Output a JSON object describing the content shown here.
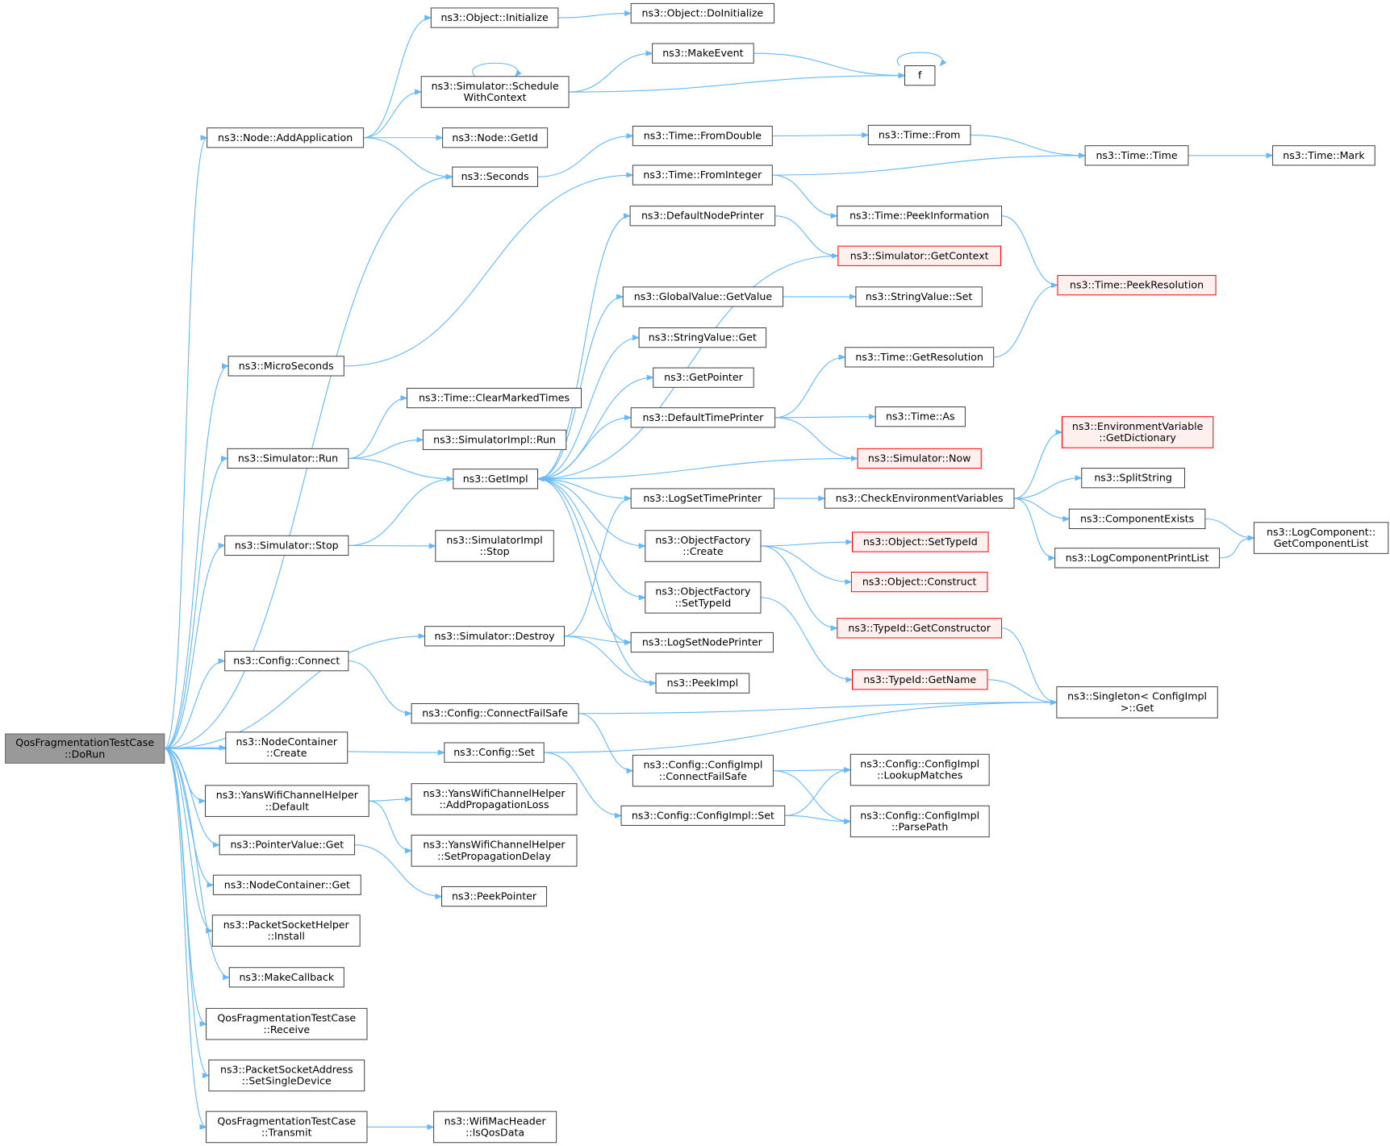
{
  "colors": {
    "edge": "#63b8ff",
    "box_border": "#404040",
    "root_fill": "#999999",
    "highlight_border": "#ff0000",
    "highlight_fill": "#fff0f0"
  },
  "nodes": [
    {
      "id": "root",
      "lines": [
        "QosFragmentationTestCase",
        "::DoRun"
      ]
    },
    {
      "id": "addapp",
      "lines": [
        "ns3::Node::AddApplication"
      ]
    },
    {
      "id": "initialize",
      "lines": [
        "ns3::Object::Initialize"
      ]
    },
    {
      "id": "doinit",
      "lines": [
        "ns3::Object::DoInitialize"
      ]
    },
    {
      "id": "schedctx",
      "lines": [
        "ns3::Simulator::Schedule",
        "WithContext"
      ]
    },
    {
      "id": "makeevent",
      "lines": [
        "ns3::MakeEvent"
      ]
    },
    {
      "id": "f",
      "lines": [
        "f"
      ]
    },
    {
      "id": "getid",
      "lines": [
        "ns3::Node::GetId"
      ]
    },
    {
      "id": "seconds",
      "lines": [
        "ns3::Seconds"
      ]
    },
    {
      "id": "fromdouble",
      "lines": [
        "ns3::Time::FromDouble"
      ]
    },
    {
      "id": "from",
      "lines": [
        "ns3::Time::From"
      ]
    },
    {
      "id": "time",
      "lines": [
        "ns3::Time::Time"
      ]
    },
    {
      "id": "mark",
      "lines": [
        "ns3::Time::Mark"
      ]
    },
    {
      "id": "frominteger",
      "lines": [
        "ns3::Time::FromInteger"
      ]
    },
    {
      "id": "defnodeprinter",
      "lines": [
        "ns3::DefaultNodePrinter"
      ]
    },
    {
      "id": "peekinfo",
      "lines": [
        "ns3::Time::PeekInformation"
      ]
    },
    {
      "id": "getcontext",
      "lines": [
        "ns3::Simulator::GetContext"
      ],
      "red": true
    },
    {
      "id": "peekres",
      "lines": [
        "ns3::Time::PeekResolution"
      ],
      "red": true
    },
    {
      "id": "gvgetvalue",
      "lines": [
        "ns3::GlobalValue::GetValue"
      ]
    },
    {
      "id": "svset",
      "lines": [
        "ns3::StringValue::Set"
      ]
    },
    {
      "id": "svget",
      "lines": [
        "ns3::StringValue::Get"
      ]
    },
    {
      "id": "microseconds",
      "lines": [
        "ns3::MicroSeconds"
      ]
    },
    {
      "id": "getres",
      "lines": [
        "ns3::Time::GetResolution"
      ]
    },
    {
      "id": "getpointer",
      "lines": [
        "ns3::GetPointer"
      ]
    },
    {
      "id": "clearmarked",
      "lines": [
        "ns3::Time::ClearMarkedTimes"
      ]
    },
    {
      "id": "deftimeprinter",
      "lines": [
        "ns3::DefaultTimePrinter"
      ]
    },
    {
      "id": "timeas",
      "lines": [
        "ns3::Time::As"
      ]
    },
    {
      "id": "envdict",
      "lines": [
        "ns3::EnvironmentVariable",
        "::GetDictionary"
      ],
      "red": true
    },
    {
      "id": "simimplrun",
      "lines": [
        "ns3::SimulatorImpl::Run"
      ]
    },
    {
      "id": "simrun",
      "lines": [
        "ns3::Simulator::Run"
      ]
    },
    {
      "id": "simnow",
      "lines": [
        "ns3::Simulator::Now"
      ],
      "red": true
    },
    {
      "id": "getimpl",
      "lines": [
        "ns3::GetImpl"
      ]
    },
    {
      "id": "splitstring",
      "lines": [
        "ns3::SplitString"
      ]
    },
    {
      "id": "logsettime",
      "lines": [
        "ns3::LogSetTimePrinter"
      ]
    },
    {
      "id": "checkenv",
      "lines": [
        "ns3::CheckEnvironmentVariables"
      ]
    },
    {
      "id": "compexists",
      "lines": [
        "ns3::ComponentExists"
      ]
    },
    {
      "id": "logcomplist",
      "lines": [
        "ns3::LogComponent::",
        "GetComponentList"
      ]
    },
    {
      "id": "ofcreate",
      "lines": [
        "ns3::ObjectFactory",
        "::Create"
      ]
    },
    {
      "id": "objsettypeid",
      "lines": [
        "ns3::Object::SetTypeId"
      ],
      "red": true
    },
    {
      "id": "logcompprint",
      "lines": [
        "ns3::LogComponentPrintList"
      ]
    },
    {
      "id": "simstop",
      "lines": [
        "ns3::Simulator::Stop"
      ]
    },
    {
      "id": "simimplstop",
      "lines": [
        "ns3::SimulatorImpl",
        "::Stop"
      ]
    },
    {
      "id": "objconstruct",
      "lines": [
        "ns3::Object::Construct"
      ],
      "red": true
    },
    {
      "id": "ofsettypeid",
      "lines": [
        "ns3::ObjectFactory",
        "::SetTypeId"
      ]
    },
    {
      "id": "getconstructor",
      "lines": [
        "ns3::TypeId::GetConstructor"
      ],
      "red": true
    },
    {
      "id": "simdestroy",
      "lines": [
        "ns3::Simulator::Destroy"
      ]
    },
    {
      "id": "logsetnode",
      "lines": [
        "ns3::LogSetNodePrinter"
      ]
    },
    {
      "id": "cfgconnect",
      "lines": [
        "ns3::Config::Connect"
      ]
    },
    {
      "id": "peekimpl",
      "lines": [
        "ns3::PeekImpl"
      ]
    },
    {
      "id": "getname",
      "lines": [
        "ns3::TypeId::GetName"
      ],
      "red": true
    },
    {
      "id": "singleton",
      "lines": [
        "ns3::Singleton< ConfigImpl",
        ">::Get"
      ]
    },
    {
      "id": "cfgconnectfs",
      "lines": [
        "ns3::Config::ConnectFailSafe"
      ]
    },
    {
      "id": "cfgset",
      "lines": [
        "ns3::Config::Set"
      ]
    },
    {
      "id": "nccreate",
      "lines": [
        "ns3::NodeContainer",
        "::Create"
      ]
    },
    {
      "id": "cicfs",
      "lines": [
        "ns3::Config::ConfigImpl",
        "::ConnectFailSafe"
      ]
    },
    {
      "id": "lookupmatches",
      "lines": [
        "ns3::Config::ConfigImpl",
        "::LookupMatches"
      ]
    },
    {
      "id": "yansdefault",
      "lines": [
        "ns3::YansWifiChannelHelper",
        "::Default"
      ]
    },
    {
      "id": "addproploss",
      "lines": [
        "ns3::YansWifiChannelHelper",
        "::AddPropagationLoss"
      ]
    },
    {
      "id": "ciset",
      "lines": [
        "ns3::Config::ConfigImpl::Set"
      ]
    },
    {
      "id": "parsepath",
      "lines": [
        "ns3::Config::ConfigImpl",
        "::ParsePath"
      ]
    },
    {
      "id": "pvget",
      "lines": [
        "ns3::PointerValue::Get"
      ]
    },
    {
      "id": "setpropdelay",
      "lines": [
        "ns3::YansWifiChannelHelper",
        "::SetPropagationDelay"
      ]
    },
    {
      "id": "ncget",
      "lines": [
        "ns3::NodeContainer::Get"
      ]
    },
    {
      "id": "peekpointer",
      "lines": [
        "ns3::PeekPointer"
      ]
    },
    {
      "id": "psinstall",
      "lines": [
        "ns3::PacketSocketHelper",
        "::Install"
      ]
    },
    {
      "id": "makecallback",
      "lines": [
        "ns3::MakeCallback"
      ]
    },
    {
      "id": "receive",
      "lines": [
        "QosFragmentationTestCase",
        "::Receive"
      ]
    },
    {
      "id": "setsingledev",
      "lines": [
        "ns3::PacketSocketAddress",
        "::SetSingleDevice"
      ]
    },
    {
      "id": "transmit",
      "lines": [
        "QosFragmentationTestCase",
        "::Transmit"
      ]
    },
    {
      "id": "isqosdata",
      "lines": [
        "ns3::WifiMacHeader",
        "::IsQosData"
      ]
    }
  ],
  "edges": [
    [
      "root",
      "addapp"
    ],
    [
      "root",
      "microseconds"
    ],
    [
      "root",
      "seconds"
    ],
    [
      "root",
      "simrun"
    ],
    [
      "root",
      "simstop"
    ],
    [
      "root",
      "simdestroy"
    ],
    [
      "root",
      "cfgconnect"
    ],
    [
      "root",
      "cfgset"
    ],
    [
      "root",
      "nccreate"
    ],
    [
      "root",
      "yansdefault"
    ],
    [
      "root",
      "pvget"
    ],
    [
      "root",
      "ncget"
    ],
    [
      "root",
      "psinstall"
    ],
    [
      "root",
      "makecallback"
    ],
    [
      "root",
      "receive"
    ],
    [
      "root",
      "setsingledev"
    ],
    [
      "root",
      "transmit"
    ],
    [
      "addapp",
      "initialize"
    ],
    [
      "addapp",
      "schedctx"
    ],
    [
      "addapp",
      "getid"
    ],
    [
      "addapp",
      "seconds"
    ],
    [
      "initialize",
      "doinit"
    ],
    [
      "schedctx",
      "schedctx"
    ],
    [
      "schedctx",
      "makeevent"
    ],
    [
      "schedctx",
      "f"
    ],
    [
      "makeevent",
      "f"
    ],
    [
      "f",
      "f"
    ],
    [
      "seconds",
      "fromdouble"
    ],
    [
      "fromdouble",
      "from"
    ],
    [
      "from",
      "time"
    ],
    [
      "time",
      "mark"
    ],
    [
      "microseconds",
      "frominteger"
    ],
    [
      "frominteger",
      "time"
    ],
    [
      "frominteger",
      "peekinfo"
    ],
    [
      "peekinfo",
      "peekres"
    ],
    [
      "simrun",
      "clearmarked"
    ],
    [
      "simrun",
      "simimplrun"
    ],
    [
      "simrun",
      "getimpl"
    ],
    [
      "simstop",
      "getimpl"
    ],
    [
      "simstop",
      "simimplstop"
    ],
    [
      "simdestroy",
      "logsettime"
    ],
    [
      "simdestroy",
      "logsetnode"
    ],
    [
      "simdestroy",
      "peekimpl"
    ],
    [
      "getimpl",
      "defnodeprinter"
    ],
    [
      "getimpl",
      "gvgetvalue"
    ],
    [
      "getimpl",
      "svget"
    ],
    [
      "getimpl",
      "getpointer"
    ],
    [
      "getimpl",
      "deftimeprinter"
    ],
    [
      "getimpl",
      "logsettime"
    ],
    [
      "getimpl",
      "ofcreate"
    ],
    [
      "getimpl",
      "ofsettypeid"
    ],
    [
      "getimpl",
      "logsetnode"
    ],
    [
      "getimpl",
      "peekimpl"
    ],
    [
      "getcontext",
      "getimpl"
    ],
    [
      "simnow",
      "getimpl"
    ],
    [
      "defnodeprinter",
      "getcontext"
    ],
    [
      "gvgetvalue",
      "svset"
    ],
    [
      "deftimeprinter",
      "getres"
    ],
    [
      "deftimeprinter",
      "timeas"
    ],
    [
      "deftimeprinter",
      "simnow"
    ],
    [
      "getres",
      "peekres"
    ],
    [
      "logsettime",
      "checkenv"
    ],
    [
      "checkenv",
      "envdict"
    ],
    [
      "checkenv",
      "splitstring"
    ],
    [
      "checkenv",
      "compexists"
    ],
    [
      "checkenv",
      "logcompprint"
    ],
    [
      "compexists",
      "logcomplist"
    ],
    [
      "logcompprint",
      "logcomplist"
    ],
    [
      "ofcreate",
      "objsettypeid"
    ],
    [
      "ofcreate",
      "objconstruct"
    ],
    [
      "ofcreate",
      "getconstructor"
    ],
    [
      "ofsettypeid",
      "getname"
    ],
    [
      "getconstructor",
      "singleton"
    ],
    [
      "getname",
      "singleton"
    ],
    [
      "cfgconnect",
      "cfgconnectfs"
    ],
    [
      "cfgconnectfs",
      "singleton"
    ],
    [
      "cfgconnectfs",
      "cicfs"
    ],
    [
      "cicfs",
      "lookupmatches"
    ],
    [
      "cicfs",
      "parsepath"
    ],
    [
      "cfgset",
      "ciset"
    ],
    [
      "cfgset",
      "singleton"
    ],
    [
      "ciset",
      "lookupmatches"
    ],
    [
      "ciset",
      "parsepath"
    ],
    [
      "yansdefault",
      "addproploss"
    ],
    [
      "yansdefault",
      "setpropdelay"
    ],
    [
      "pvget",
      "peekpointer"
    ],
    [
      "transmit",
      "isqosdata"
    ]
  ]
}
